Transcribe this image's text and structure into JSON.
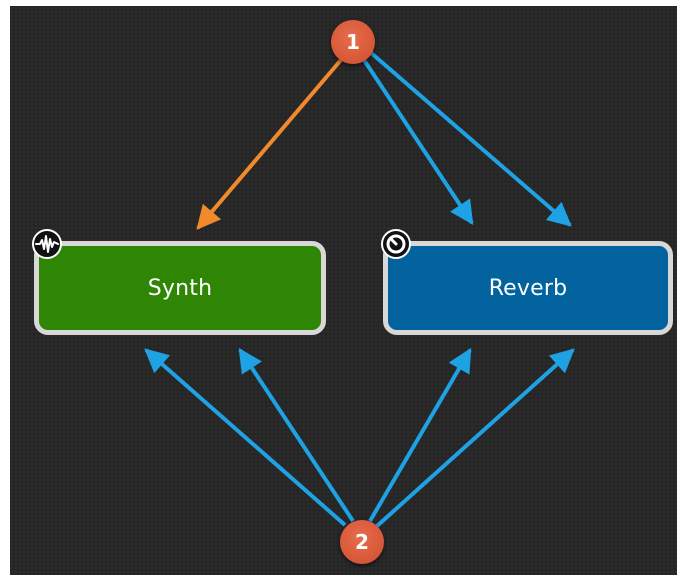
{
  "nodes": [
    {
      "id": "synth",
      "label": "Synth",
      "color": "#2f8604",
      "icon": "waveform-icon"
    },
    {
      "id": "reverb",
      "label": "Reverb",
      "color": "#03639f",
      "icon": "knob-icon"
    }
  ],
  "badges": [
    {
      "id": "1",
      "label": "1"
    },
    {
      "id": "2",
      "label": "2"
    }
  ],
  "connections": [
    {
      "from": "1",
      "to": "synth-input",
      "color": "#f08a2c"
    },
    {
      "from": "1",
      "to": "reverb-input-a",
      "color": "#1ea2e4"
    },
    {
      "from": "1",
      "to": "reverb-input-b",
      "color": "#1ea2e4"
    },
    {
      "from": "2",
      "to": "synth-output-a",
      "color": "#1ea2e4"
    },
    {
      "from": "2",
      "to": "synth-output-b",
      "color": "#1ea2e4"
    },
    {
      "from": "2",
      "to": "reverb-output-a",
      "color": "#1ea2e4"
    },
    {
      "from": "2",
      "to": "reverb-output-b",
      "color": "#1ea2e4"
    }
  ],
  "colors": {
    "background": "#262626",
    "node_border": "#d8d8d8",
    "input_port": "#d8582c",
    "blue_port": "#4a84bd",
    "badge": "#d95a3a"
  }
}
